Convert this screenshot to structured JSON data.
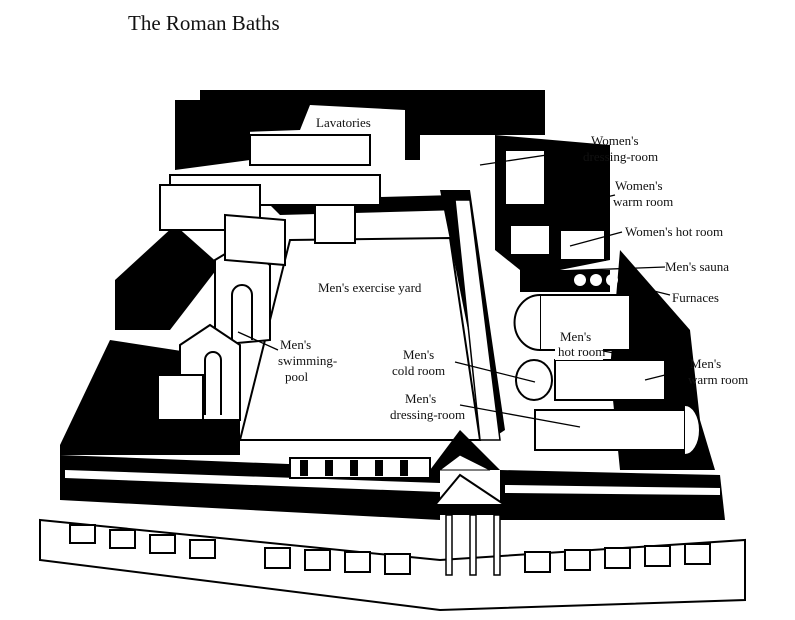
{
  "title": "The Roman Baths",
  "labels": {
    "lavatories": "Lavatories",
    "womens_dressing_1": "Women's",
    "womens_dressing_2": "dressing-room",
    "womens_warm_1": "Women's",
    "womens_warm_2": "warm room",
    "womens_hot": "Women's hot room",
    "mens_sauna": "Men's sauna",
    "furnaces": "Furnaces",
    "mens_exercise_yard": "Men's exercise yard",
    "mens_swimming_1": "Men's",
    "mens_swimming_2": "swimming-",
    "mens_swimming_3": "pool",
    "mens_hot_1": "Men's",
    "mens_hot_2": "hot room",
    "mens_cold_1": "Men's",
    "mens_cold_2": "cold room",
    "mens_warm_1": "Men's",
    "mens_warm_2": "warm room",
    "mens_dressing_1": "Men's",
    "mens_dressing_2": "dressing-room"
  }
}
